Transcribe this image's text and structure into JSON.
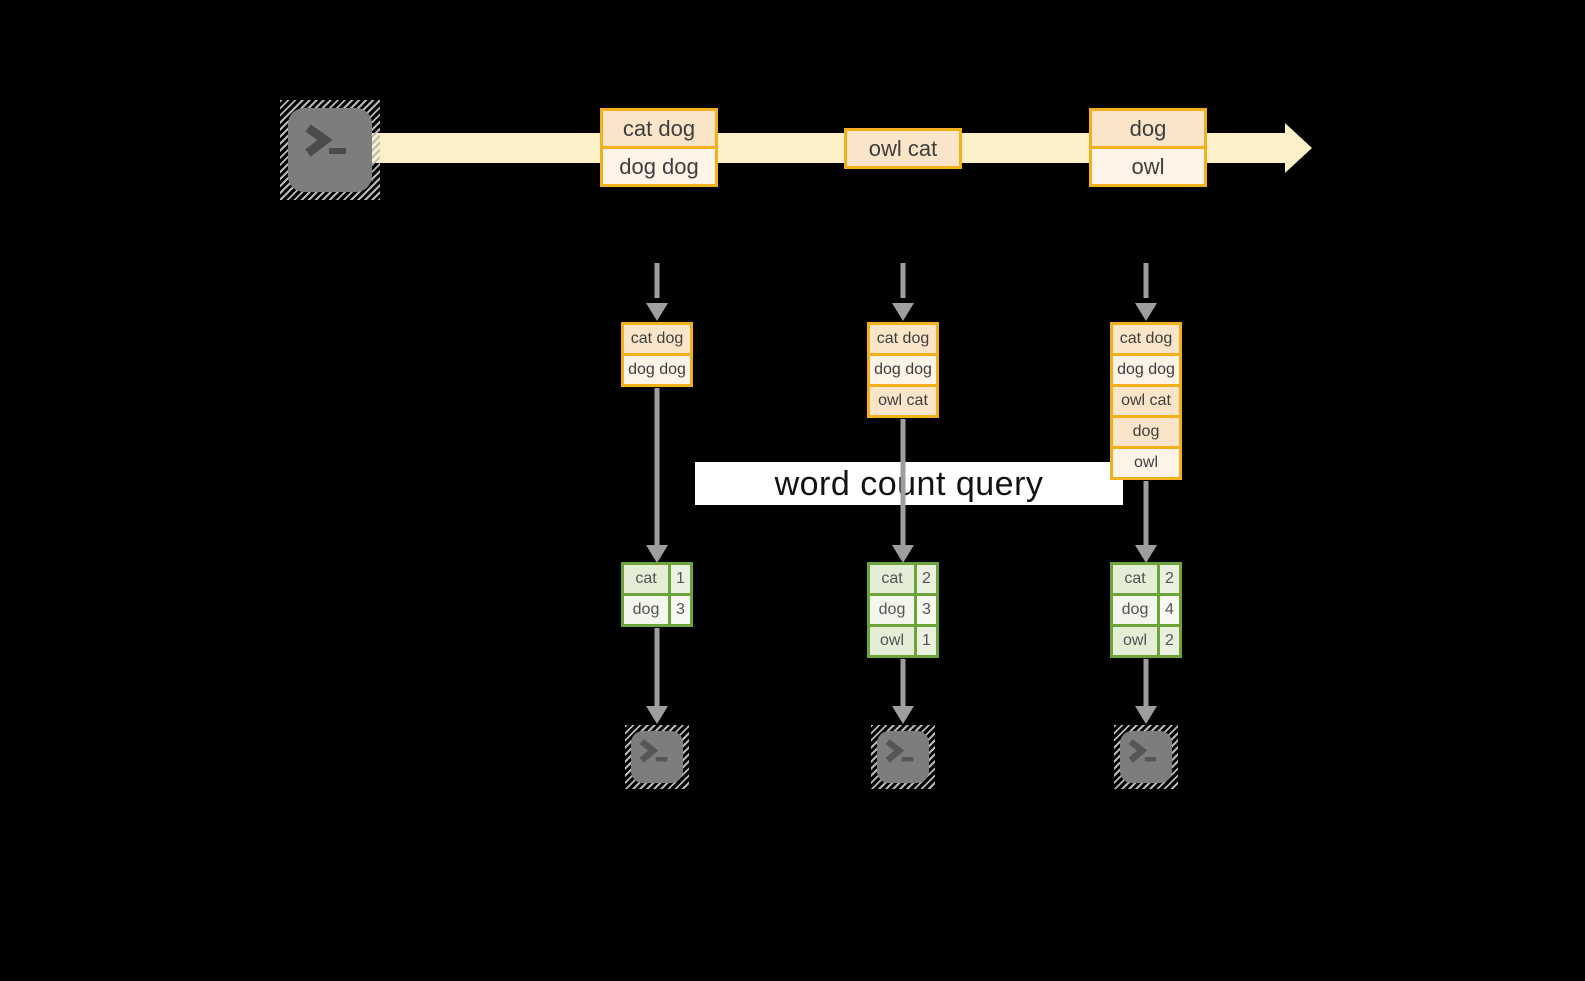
{
  "query_label": "word count query",
  "colors": {
    "background": "#000000",
    "stream_band": "#FBF0C8",
    "event_border": "#F1B01C",
    "event_fill_dark": "#FBE5C9",
    "event_fill_light": "#FDF4E7",
    "table_border": "#6CA43A",
    "table_fill_dark": "#E4EDD6",
    "table_fill_light": "#F2F6EC",
    "arrow_gray": "#9E9E9E",
    "terminal_gray": "#7D7D7D"
  },
  "stream": {
    "source_icon": "terminal-icon",
    "sink_icon": "terminal-icon",
    "events": [
      {
        "rows": [
          {
            "text": "cat dog",
            "tone": "dark"
          },
          {
            "text": "dog dog",
            "tone": "light"
          }
        ]
      },
      {
        "rows": [
          {
            "text": "owl cat",
            "tone": "dark"
          }
        ]
      },
      {
        "rows": [
          {
            "text": "dog",
            "tone": "dark"
          },
          {
            "text": "owl",
            "tone": "light"
          }
        ]
      }
    ]
  },
  "pipelines": [
    {
      "state": [
        {
          "text": "cat dog",
          "tone": "dark"
        },
        {
          "text": "dog dog",
          "tone": "light"
        }
      ],
      "counts": [
        {
          "word": "cat",
          "count": "1"
        },
        {
          "word": "dog",
          "count": "3"
        }
      ]
    },
    {
      "state": [
        {
          "text": "cat dog",
          "tone": "dark"
        },
        {
          "text": "dog dog",
          "tone": "light"
        },
        {
          "text": "owl cat",
          "tone": "dark"
        }
      ],
      "counts": [
        {
          "word": "cat",
          "count": "2"
        },
        {
          "word": "dog",
          "count": "3"
        },
        {
          "word": "owl",
          "count": "1"
        }
      ]
    },
    {
      "state": [
        {
          "text": "cat dog",
          "tone": "dark"
        },
        {
          "text": "dog dog",
          "tone": "light"
        },
        {
          "text": "owl cat",
          "tone": "dark"
        },
        {
          "text": "dog",
          "tone": "dark"
        },
        {
          "text": "owl",
          "tone": "light"
        }
      ],
      "counts": [
        {
          "word": "cat",
          "count": "2"
        },
        {
          "word": "dog",
          "count": "4"
        },
        {
          "word": "owl",
          "count": "2"
        }
      ]
    }
  ]
}
